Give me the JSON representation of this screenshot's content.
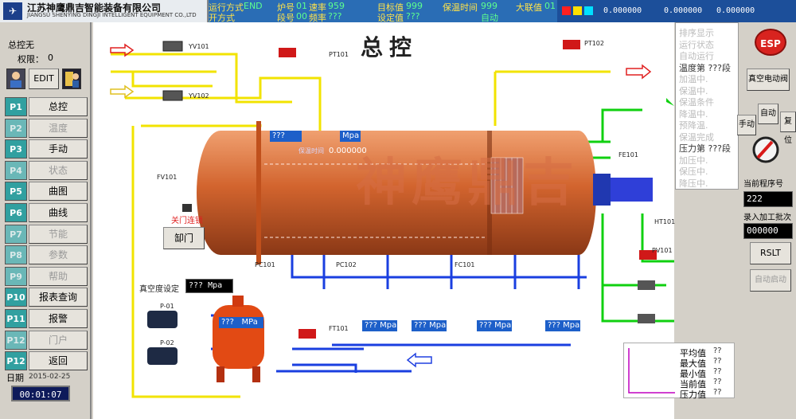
{
  "header": {
    "company_cn": "江苏神鹰鼎吉智能装备有限公司",
    "company_en": "JIANGSU SHENYING DINGJI INTELLIGENT EQUIPMENT CO.,LTD",
    "run_mode_label": "运行方式",
    "run_mode_val": "END",
    "open_mode_label": "开方式",
    "furnace_label": "炉号",
    "furnace_val": "01",
    "speed_label": "速率",
    "speed_val": "959",
    "stage_label": "段号",
    "stage_val": "00",
    "rate_label": "频率",
    "rate_val": "???",
    "target_label": "目标值",
    "target_val": "999",
    "setpoint_label": "设定值",
    "setpoint_val": "???",
    "hold_label": "保温时间",
    "hold_val": "999",
    "status_val": "自动",
    "big_label": "大联值",
    "big_val": "01",
    "num1": "0.000000",
    "num2": "0.000000",
    "num3": "0.000000",
    "sq_colors": [
      "#ff2020",
      "#ffe000",
      "#00e0ff"
    ]
  },
  "left": {
    "user_label": "总控无",
    "perm_label": "权限：",
    "perm_val": "0",
    "edit_label": "EDIT",
    "buttons": [
      {
        "tag": "P1",
        "label": "总控",
        "enabled": true
      },
      {
        "tag": "P2",
        "label": "温度",
        "enabled": false
      },
      {
        "tag": "P3",
        "label": "手动",
        "enabled": true
      },
      {
        "tag": "P4",
        "label": "状态",
        "enabled": false
      },
      {
        "tag": "P5",
        "label": "曲图",
        "enabled": true
      },
      {
        "tag": "P6",
        "label": "曲线",
        "enabled": true
      },
      {
        "tag": "P7",
        "label": "节能",
        "enabled": false
      },
      {
        "tag": "P8",
        "label": "参数",
        "enabled": false
      },
      {
        "tag": "P9",
        "label": "帮助",
        "enabled": false
      },
      {
        "tag": "P10",
        "label": "报表查询",
        "enabled": true
      },
      {
        "tag": "P11",
        "label": "报警",
        "enabled": true
      },
      {
        "tag": "P12",
        "label": "门户",
        "enabled": false
      },
      {
        "tag": "P12",
        "label": "返回",
        "enabled": true
      }
    ],
    "date_label": "日期",
    "date_val": "2015-02-25",
    "clock_val": "00:01:07"
  },
  "main": {
    "title": "总控",
    "watermark": "神鹰鼎吉",
    "tank_temp": "???",
    "tank_pressure_unit": "Mpa",
    "hold_time_label": "保温时间",
    "hold_time_val": "0.000000",
    "door_btn": "缷门",
    "door_lock_label": "关门连锁",
    "vacuum_label": "真空度设定",
    "vacuum_val": "???",
    "vacuum_unit": "Mpa",
    "tank2_val": "???",
    "tank2_unit": "MPa",
    "ft_val1": "???",
    "ft_unit": "Mpa",
    "pumps": [
      "P-01",
      "P-02"
    ],
    "valve_tags": [
      "YV101",
      "YV102",
      "PT101",
      "PT102",
      "FV101",
      "PC101",
      "PC102",
      "FC101",
      "FE101",
      "HT101",
      "FT101",
      "PV101"
    ]
  },
  "right": {
    "info_lines": [
      {
        "text": "排序显示",
        "hl": false
      },
      {
        "text": "运行状态",
        "hl": false
      },
      {
        "text": "自动运行",
        "hl": false
      },
      {
        "text": "温度第  ???段",
        "hl": true
      },
      {
        "text": "加温中.",
        "hl": false
      },
      {
        "text": "保温中.",
        "hl": false
      },
      {
        "text": "保温条件",
        "hl": false
      },
      {
        "text": "降温中.",
        "hl": false
      },
      {
        "text": "预降温.",
        "hl": false
      },
      {
        "text": "保温完成",
        "hl": false
      },
      {
        "text": "压力第  ???段",
        "hl": true
      },
      {
        "text": "加压中.",
        "hl": false
      },
      {
        "text": "保压中.",
        "hl": false
      },
      {
        "text": "降压中.",
        "hl": false
      }
    ],
    "esp_label": "ESP",
    "full_auto_label": "真空电动阀",
    "auto_label": "自动",
    "manual_label": "手动",
    "reset_label": "复位",
    "prog_label": "当前程序号",
    "prog_val": "222",
    "batch_label": "录入加工批次",
    "batch_val": "000000",
    "rslt_label": "RSLT",
    "auto_start_label": "自动启动",
    "stats": [
      {
        "label": "平均值",
        "val": "??"
      },
      {
        "label": "最大值",
        "val": "??"
      },
      {
        "label": "最小值",
        "val": "??"
      },
      {
        "label": "当前值",
        "val": "??"
      },
      {
        "label": "压力值",
        "val": "??"
      }
    ]
  }
}
